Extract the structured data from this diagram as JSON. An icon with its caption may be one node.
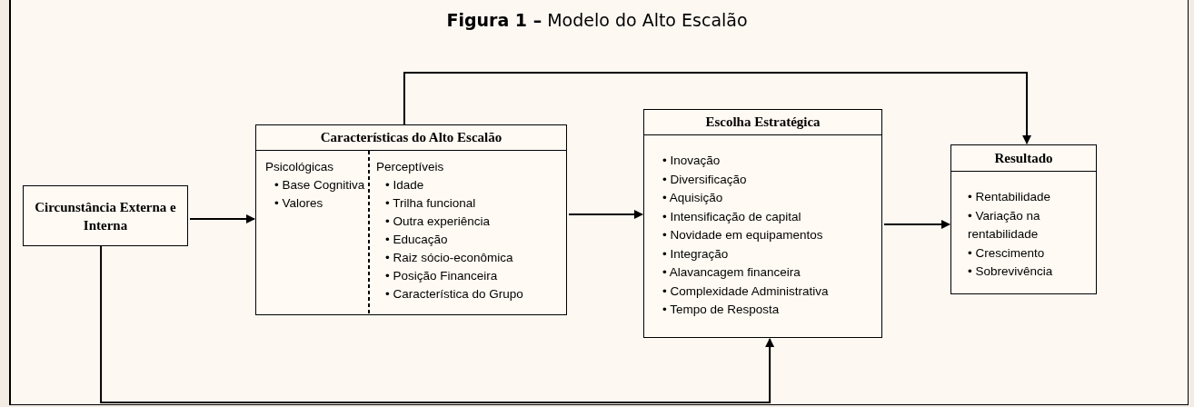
{
  "diagram": {
    "title": "**Figura 1 –** Modelo do Alto Escalão",
    "nodes": [
      {
        "text": [
          "Circunstância Externa e Interna"
        ]
      },
      {
        "text": [
          "Características do Alto Escalão",
          "Psicológicas",
          "• Base Cognitiva",
          "• Valores",
          "Perceptíveis",
          "• Idade",
          "• Trilha funcional",
          "• Outra experiência",
          "• Educação",
          "• Raiz sócio-econômica",
          "• Posição Financeira",
          "• Característica do Grupo"
        ]
      },
      {
        "text": [
          "Escolha Estratégica",
          "• Inovação",
          "• Diversificação",
          "• Aquisição",
          "• Intensificação de capital",
          "• Novidade em equipamentos",
          "• Integração",
          "• Alavancagem financeira",
          "• Complexidade Administrativa",
          "• Tempo de Resposta"
        ]
      },
      {
        "text": [
          "Resultado",
          "• Rentabilidade",
          "• Variação na rentabilidade",
          "• Crescimento",
          "• Sobrevivência"
        ]
      }
    ],
    "edges": [
      {
        "from": 0,
        "to": 1,
        "arrow": "to"
      },
      {
        "from": 1,
        "to": 2,
        "arrow": "to"
      },
      {
        "from": 2,
        "to": 3,
        "arrow": "to"
      },
      {
        "from": 1,
        "to": 3,
        "arrow": "to"
      },
      {
        "from": 0,
        "to": 2,
        "arrow": "to"
      }
    ]
  }
}
